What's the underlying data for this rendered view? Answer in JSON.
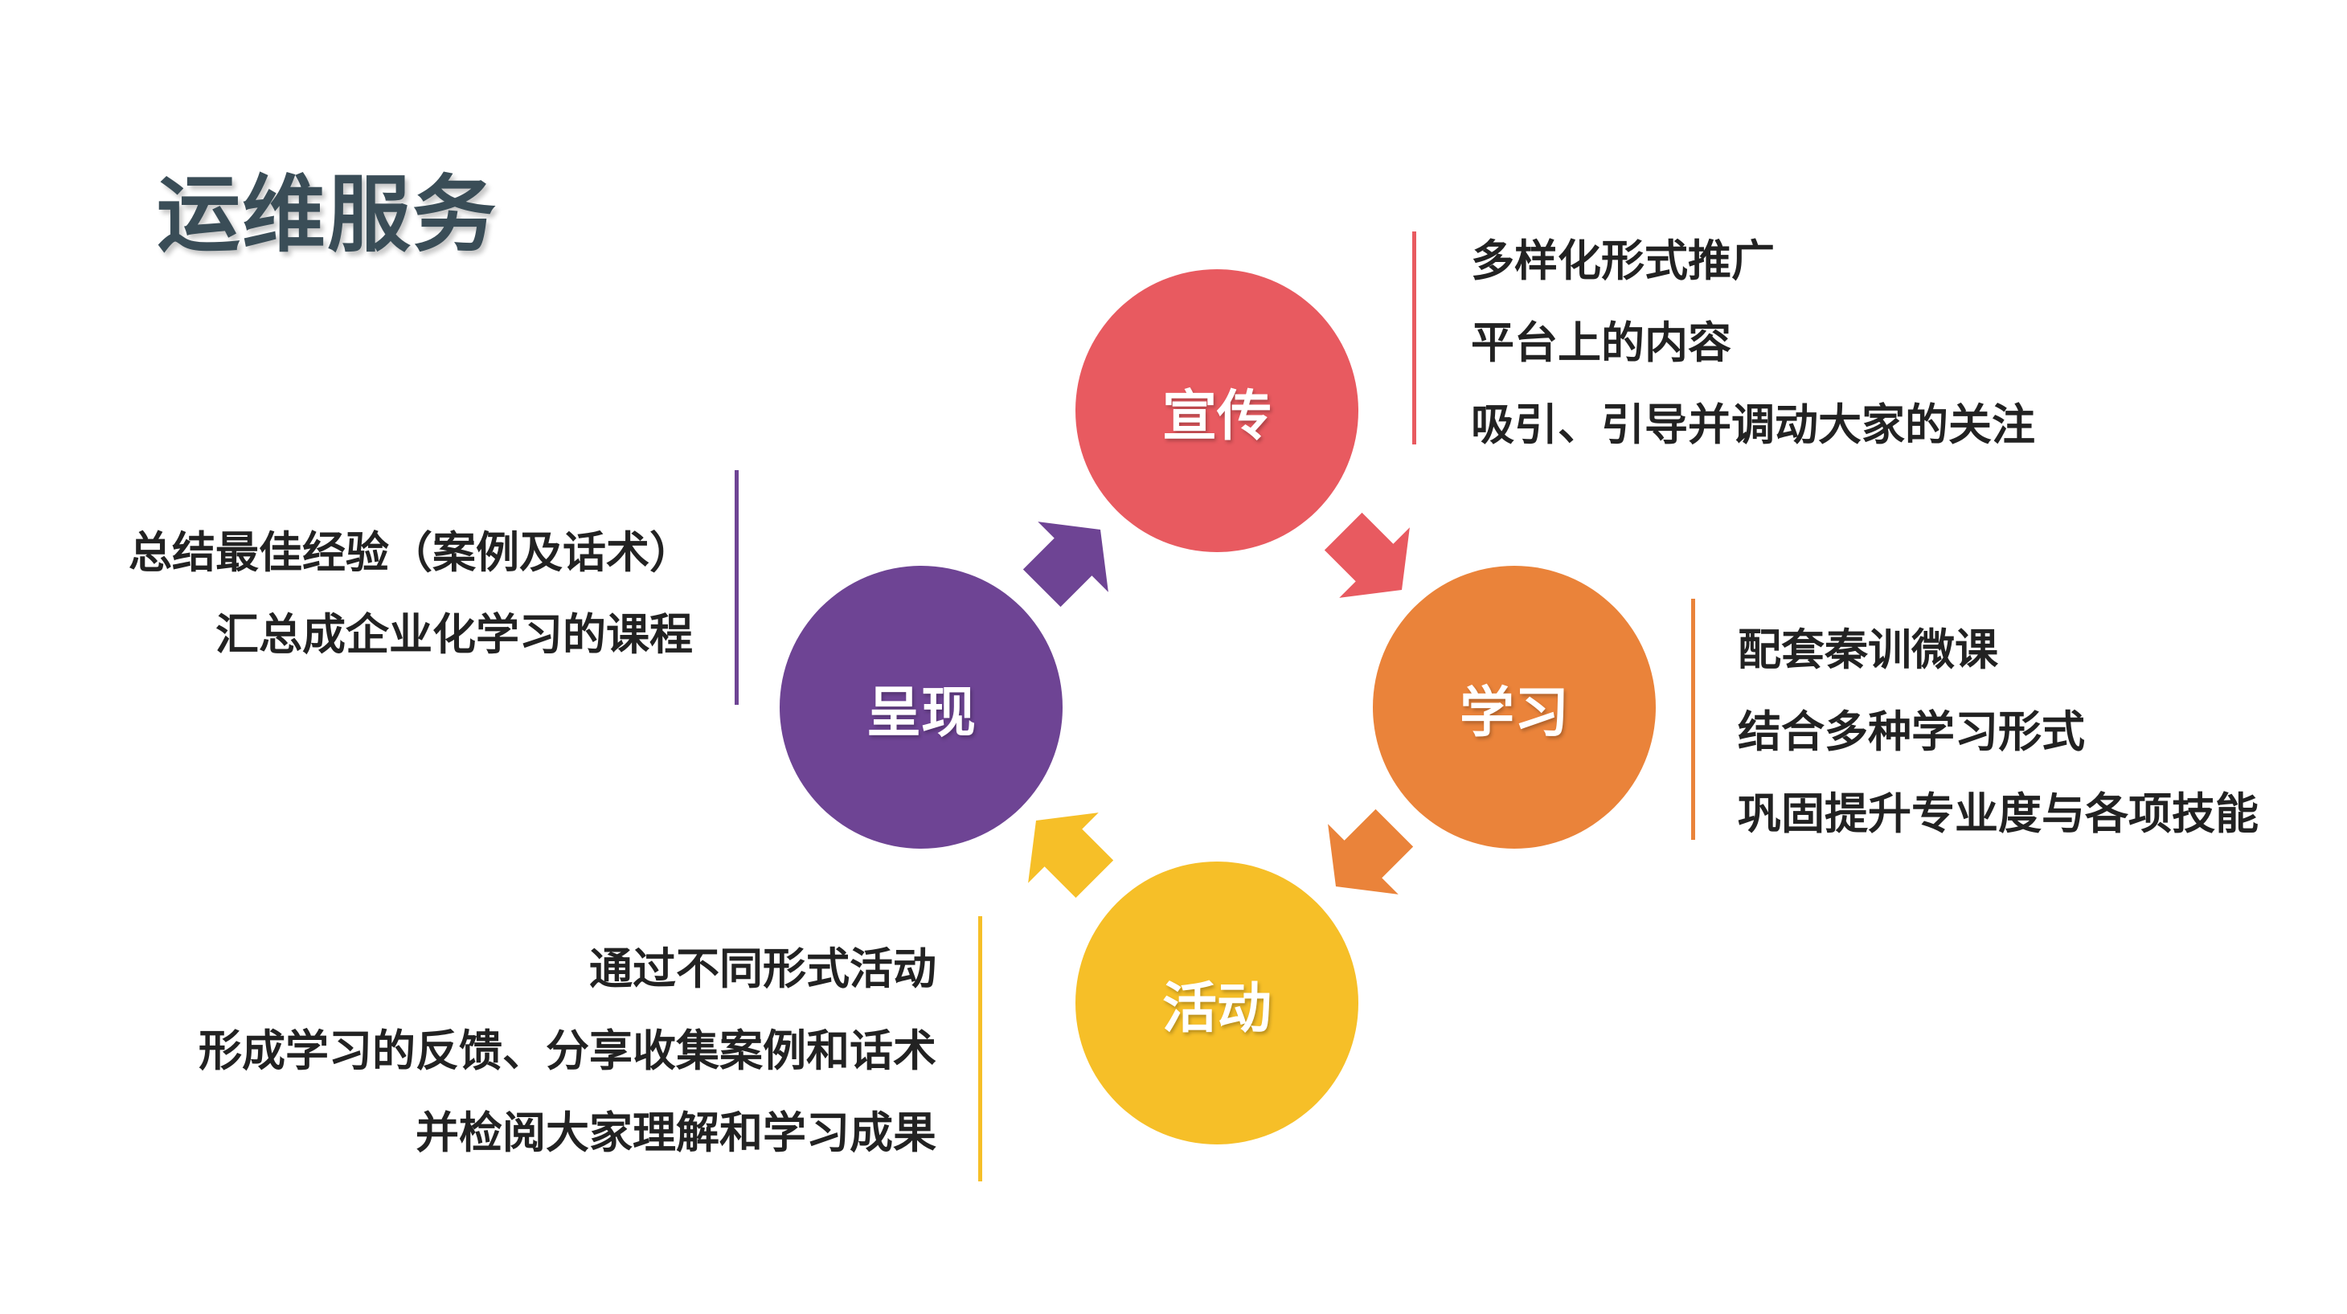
{
  "title": "运维服务",
  "colors": {
    "red": "#e85a60",
    "orange": "#ea833a",
    "yellow": "#f6bf28",
    "purple": "#6e4494",
    "title": "#3a4d57",
    "text": "#222222"
  },
  "nodes": {
    "promote": {
      "label": "宣传",
      "lines": [
        "多样化形式推广",
        "平台上的内容",
        "吸引、引导并调动大家的关注"
      ]
    },
    "learn": {
      "label": "学习",
      "lines": [
        "配套秦训微课",
        "结合多种学习形式",
        "巩固提升专业度与各项技能"
      ]
    },
    "activity": {
      "label": "活动",
      "lines": [
        "通过不同形式活动",
        "形成学习的反馈、分享收集案例和话术",
        "并检阅大家理解和学习成果"
      ]
    },
    "present": {
      "label": "呈现",
      "lines": [
        "总结最佳经验（案例及话术）",
        "汇总成企业化学习的课程"
      ]
    }
  }
}
